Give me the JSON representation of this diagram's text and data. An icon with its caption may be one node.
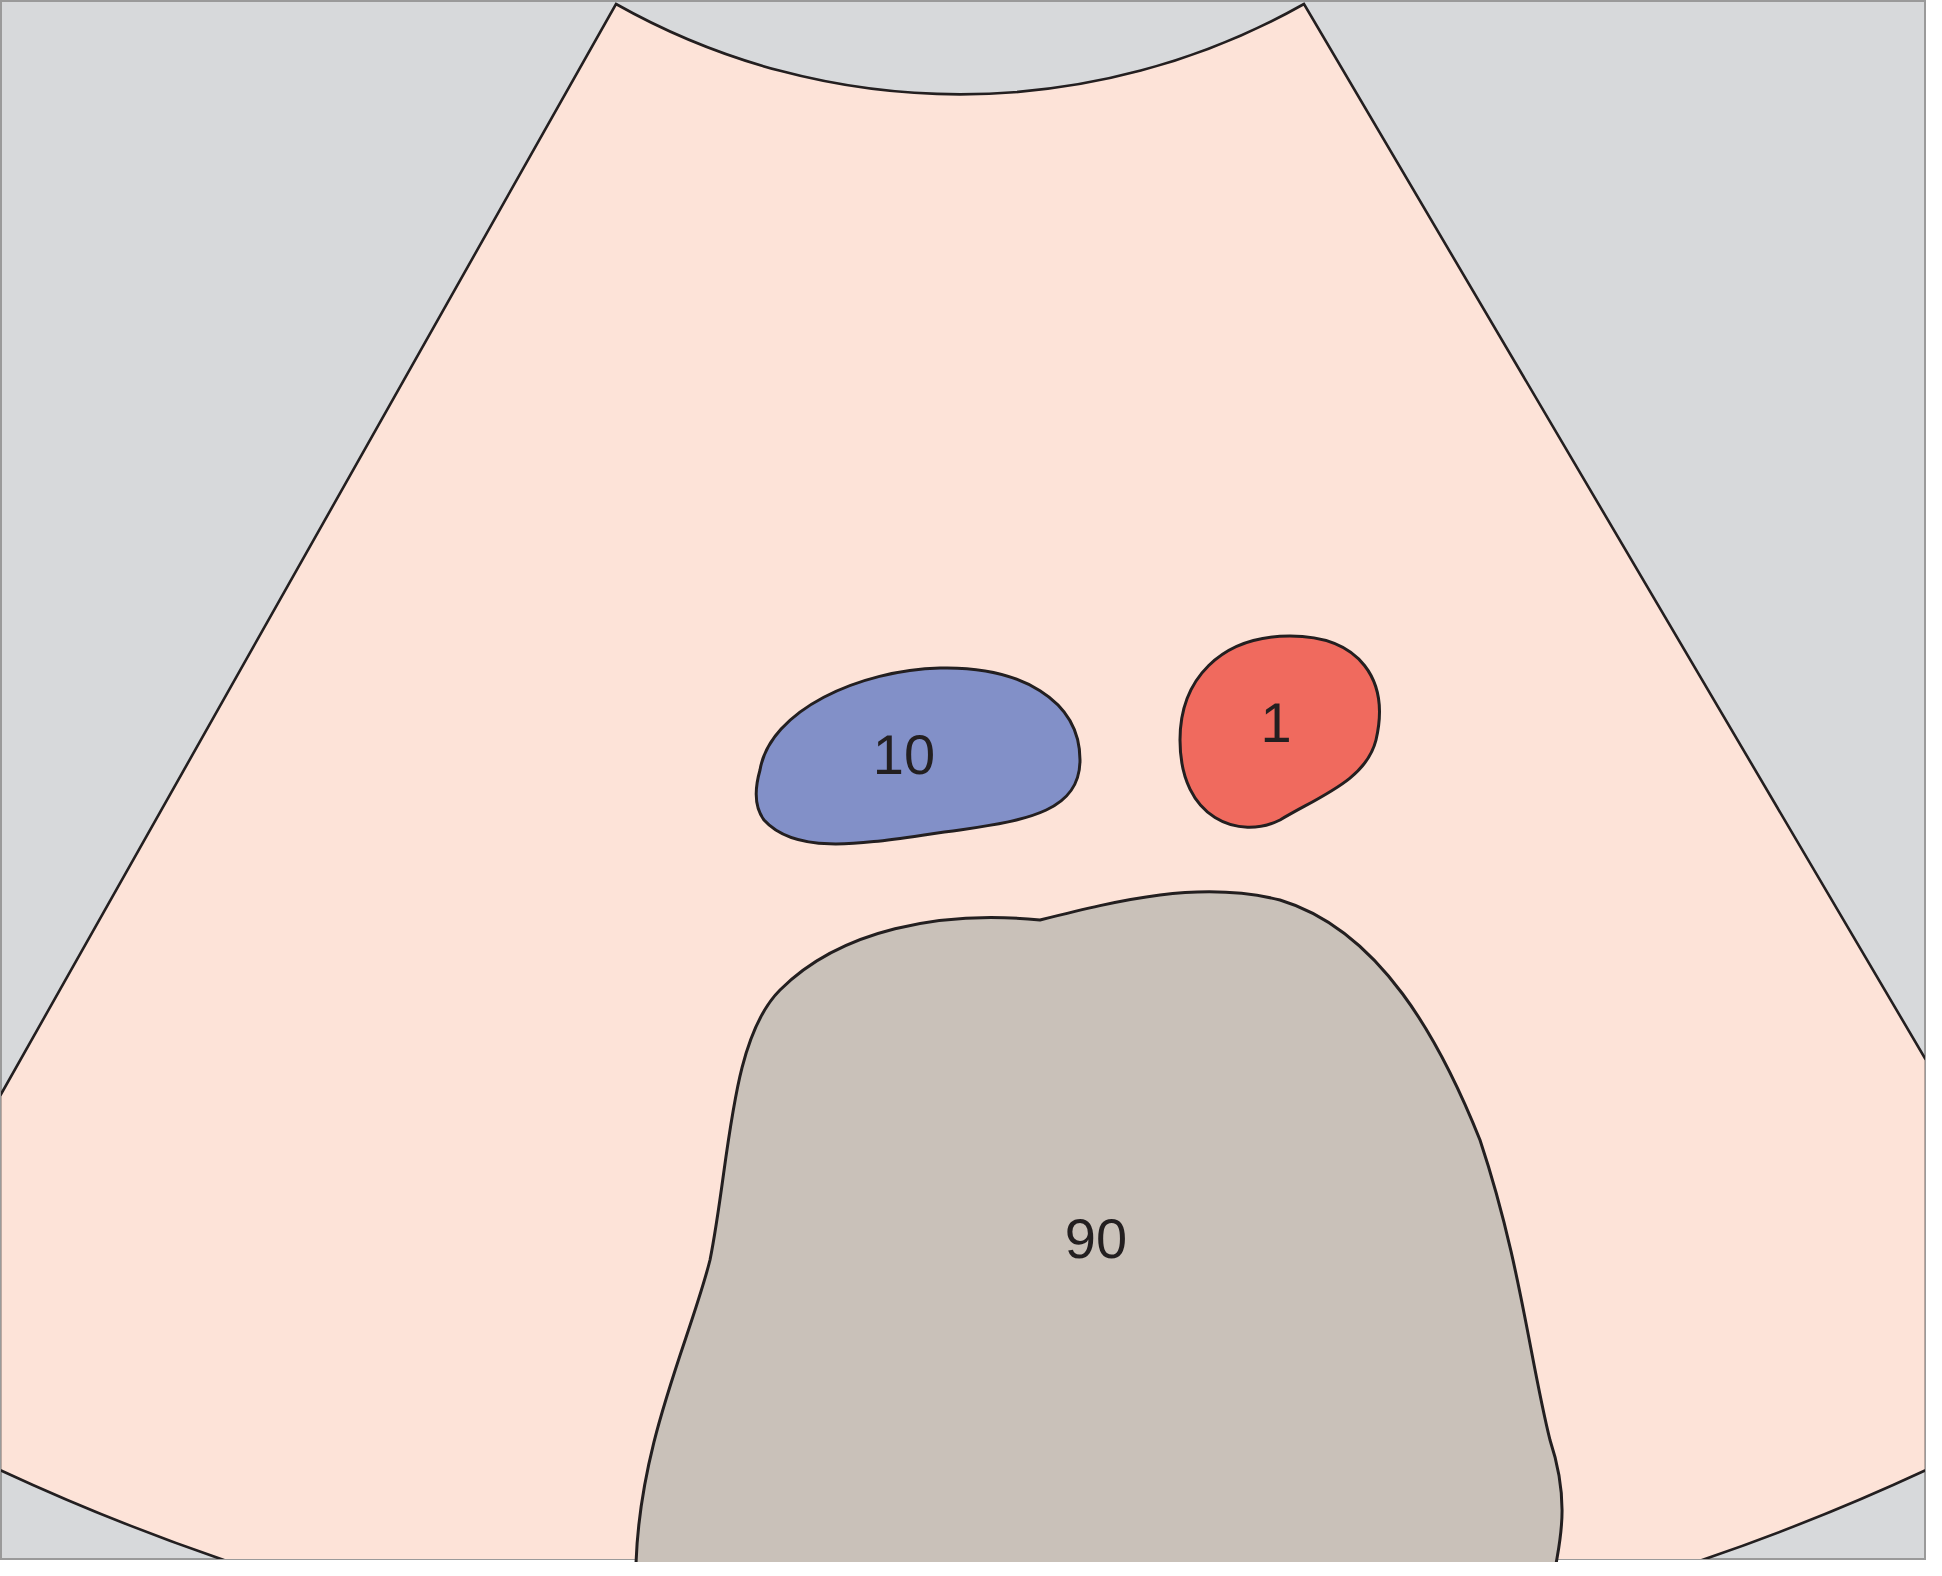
{
  "diagram": {
    "nodes": [
      {
        "text": [
          "10"
        ]
      },
      {
        "text": [
          "1"
        ]
      },
      {
        "text": [
          "90"
        ]
      }
    ]
  }
}
